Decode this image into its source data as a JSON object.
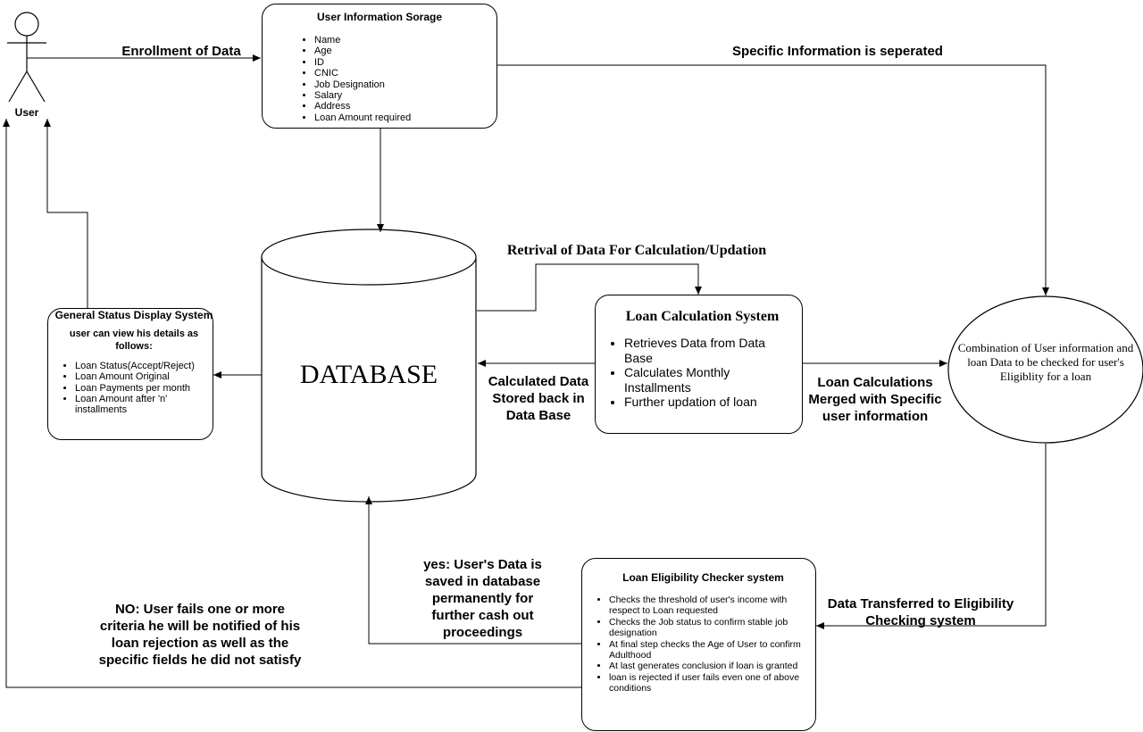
{
  "actor": {
    "label": "User"
  },
  "user_storage": {
    "title": "User Information Sorage",
    "items": [
      "Name",
      "Age",
      "ID",
      "CNIC",
      "Job Designation",
      "Salary",
      "Address",
      "Loan Amount required"
    ]
  },
  "database": {
    "label": "DATABASE"
  },
  "status_display": {
    "title": "General Status Display System",
    "subtitle": "user can view his details as follows:",
    "items": [
      "Loan Status(Accept/Reject)",
      "Loan Amount Original",
      "Loan Payments per month",
      "Loan Amount after 'n' installments"
    ]
  },
  "loan_calc": {
    "title": "Loan Calculation System",
    "items": [
      "Retrieves Data from Data Base",
      "Calculates Monthly Installments",
      " Further updation of loan"
    ]
  },
  "combination": {
    "text": "Combination of User information and loan Data to be checked for user's Eligiblity for a loan"
  },
  "eligibility": {
    "title": "Loan Eligibility Checker system",
    "items": [
      "Checks the threshold of user's income with respect to Loan requested",
      "Checks the Job status to confirm stable job designation",
      "At final step checks the Age of User to confirm Adulthood",
      "At last generates conclusion if loan is granted",
      "loan is rejected if user fails even one of above conditions"
    ]
  },
  "edge_labels": {
    "enrollment": "Enrollment of Data",
    "specific_separated": "Specific Information is seperated",
    "retrieval": "Retrival of Data For Calculation/Updation",
    "stored_back": "Calculated Data Stored back in Data Base",
    "merged": "Loan Calculations Merged with Specific user information",
    "transferred": "Data Transferred to Eligibility Checking system",
    "yes_saved": "yes: User's Data is saved in database permanently for further cash out proceedings",
    "no_fail": "NO: User fails one or more criteria he will be notified of his loan rejection as well as the specific fields he did not satisfy"
  }
}
